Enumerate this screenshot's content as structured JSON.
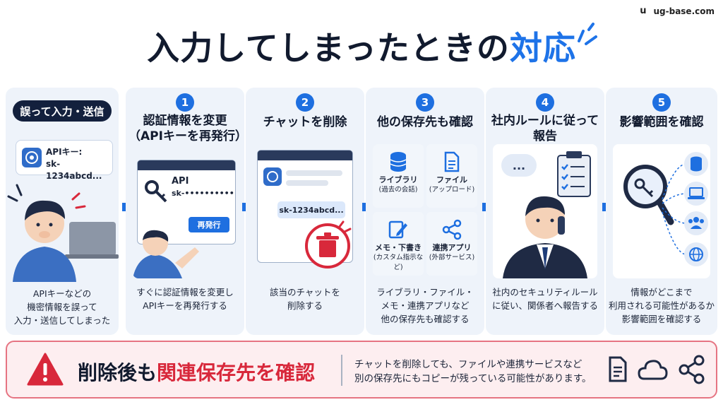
{
  "brand": {
    "logo_letter": "u",
    "site": "ug-base.com"
  },
  "title": {
    "main": "入力してしまったときの",
    "highlight": "対応"
  },
  "intro": {
    "pill": "誤って入力・送信",
    "bubble_line1": "APIキー:",
    "bubble_line2": "sk-1234abcd...",
    "desc": [
      "APIキーなどの",
      "機密情報を誤って",
      "入力・送信してしまった"
    ]
  },
  "steps": [
    {
      "num": "1",
      "title": [
        "認証情報を変更",
        "（APIキーを再発行）"
      ],
      "art_label": "API",
      "art_key": "sk-••••••••••",
      "art_button": "再発行",
      "desc": [
        "すぐに認証情報を変更し",
        "APIキーを再発行する"
      ]
    },
    {
      "num": "2",
      "title": [
        "チャットを削除"
      ],
      "art_bubble": "sk-1234abcd...",
      "desc": [
        "該当のチャットを",
        "削除する"
      ]
    },
    {
      "num": "3",
      "title": [
        "他の保存先も確認"
      ],
      "tiles": [
        {
          "label": "ライブラリ",
          "sub": "(過去の会話)"
        },
        {
          "label": "ファイル",
          "sub": "(アップロード)"
        },
        {
          "label": "メモ・下書き",
          "sub": "(カスタム指示など)"
        },
        {
          "label": "連携アプリ",
          "sub": "(外部サービス)"
        }
      ],
      "desc": [
        "ライブラリ・ファイル・",
        "メモ・連携アプリなど",
        "他の保存先も確認する"
      ]
    },
    {
      "num": "4",
      "title": [
        "社内ルールに従って",
        "報告"
      ],
      "art_bubble": "...",
      "desc": [
        "社内のセキュリティルール",
        "に従い、関係者へ報告する"
      ]
    },
    {
      "num": "5",
      "title": [
        "影響範囲を確認"
      ],
      "desc": [
        "情報がどこまで",
        "利用される可能性があるか",
        "影響範囲を確認する"
      ]
    }
  ],
  "warning": {
    "title_prefix": "削除後も",
    "title_highlight": "関連保存先を確認",
    "desc": [
      "チャットを削除しても、ファイルや連携サービスなど",
      "別の保存先にもコピーが残っている可能性があります。"
    ]
  },
  "colors": {
    "accent": "#1e6fe0",
    "title_blue": "#1e73e8",
    "danger": "#d8283b",
    "navy": "#13203d",
    "card_bg": "#eef3fa"
  }
}
